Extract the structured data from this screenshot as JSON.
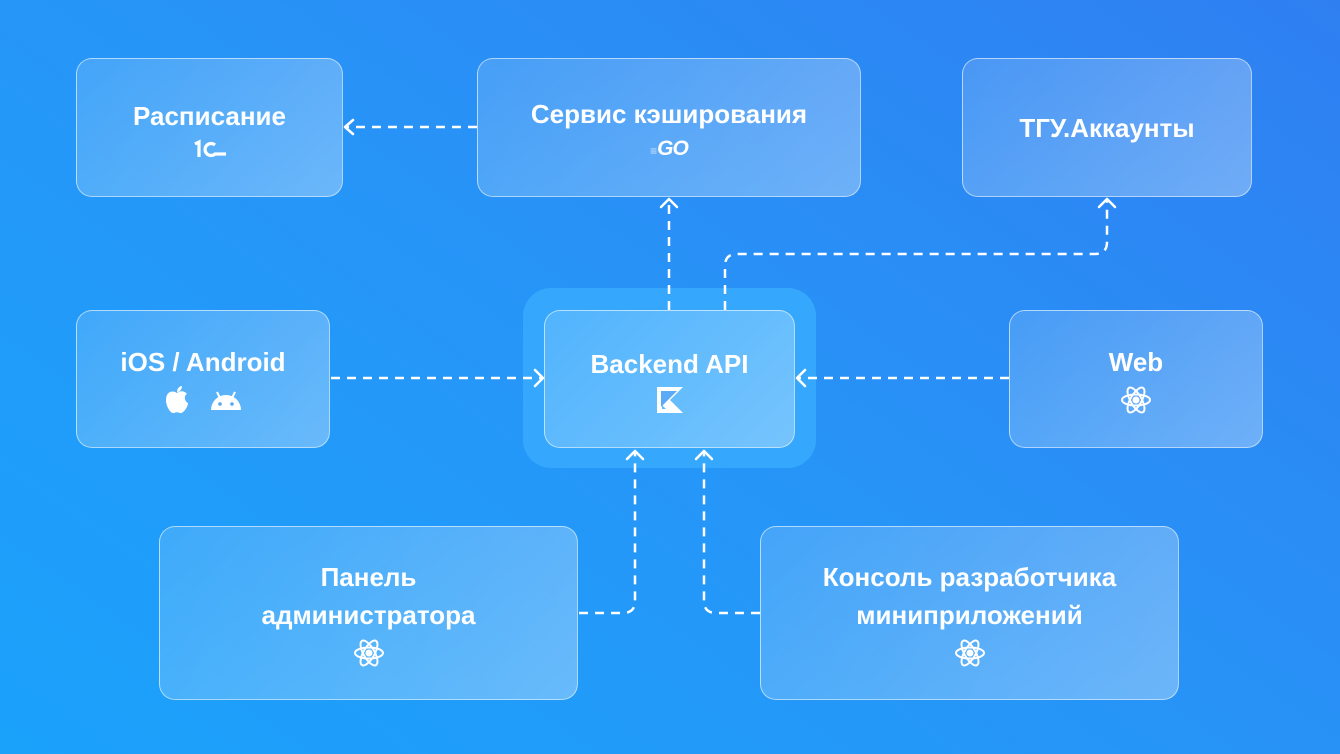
{
  "nodes": {
    "schedule": {
      "title": "Расписание",
      "icon": "1c-logo"
    },
    "cache": {
      "title": "Сервис кэширования",
      "icon": "go-logo",
      "logo_text": "GO"
    },
    "accounts": {
      "title": "ТГУ.Аккаунты"
    },
    "mobile": {
      "title": "iOS / Android",
      "icons": [
        "apple-icon",
        "android-icon"
      ]
    },
    "backend": {
      "title": "Backend API",
      "icon": "kotlin-icon"
    },
    "web": {
      "title": "Web",
      "icon": "react-icon"
    },
    "admin": {
      "title_line1": "Панель",
      "title_line2": "администратора",
      "icon": "react-icon"
    },
    "console": {
      "title_line1": "Консоль разработчика",
      "title_line2": "миниприложений",
      "icon": "react-icon"
    }
  },
  "colors": {
    "background_start": "#1aa2fb",
    "background_end": "#2f7ff1",
    "highlight": "#35a8fd"
  }
}
